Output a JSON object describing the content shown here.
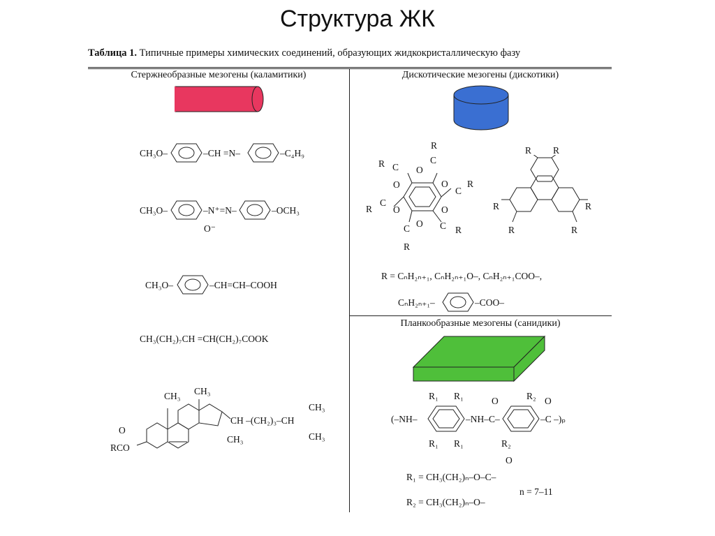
{
  "slide": {
    "title": "Структура ЖК"
  },
  "table": {
    "caption_label": "Таблица 1.",
    "caption_text": "Типичные  примеры химических соединений, образующих жидкокристаллическую фазу",
    "col_left": "Стержнеобразные мезогены (каламитики)",
    "col_right_top": "Дискотические мезогены (дискотики)",
    "col_right_bottom": "Планкообразные мезогены (санидики)"
  },
  "colors": {
    "calamitic": "#e8375f",
    "discotic": "#3a6fd2",
    "sanidic": "#4fbf3a"
  },
  "formulas": {
    "f1_left": "CH₃O–",
    "f1_mid": "–CH =N–",
    "f1_right": "–C₄H₉",
    "f2_left": "CH₃O–",
    "f2_mid": "–N⁺=N–",
    "f2_right": "–OCH₃",
    "f2_sub": "O⁻",
    "f3_left": "CH₃O–",
    "f3_right": "–CH=CH–COOH",
    "f4": "CH₃(CH₂)₇CH =CH(CH₂)₇COOK",
    "chol_ch3_a": "CH₃",
    "chol_ch3_b": "CH₃",
    "chol_chain": "CH –(CH₂)₃–CH",
    "chol_ch3_c": "CH₃",
    "chol_ch3_d": "CH₃",
    "chol_ch3_e": "CH₃",
    "chol_o": "O",
    "chol_rco": "RCO",
    "r_def": "R = CₙH₂ₙ₊₁, CₙH₂ₙ₊₁O–, CₙH₂ₙ₊₁COO–,",
    "r_def2_left": "CₙH₂ₙ₊₁–",
    "r_def2_right": "–COO–",
    "san_left": "(–NH–",
    "san_mid": "–NH–C–",
    "san_right": "–C –)ₚ",
    "san_o1": "O",
    "san_o2": "O",
    "san_r1a": "R₁",
    "san_r1b": "R₁",
    "san_r1c": "R₁",
    "san_r1d": "R₁",
    "san_r2a": "R₂",
    "san_r2b": "R₂",
    "r1_def": "R₁ = CH₃(CH₂)ₙ–O–C–",
    "r1_o": "O",
    "n_def": "n = 7–11",
    "r2_def": "R₂ = CH₃(CH₂)ₙ–O–",
    "disc_r": "R",
    "disc_o": "O",
    "disc_c": "C"
  }
}
